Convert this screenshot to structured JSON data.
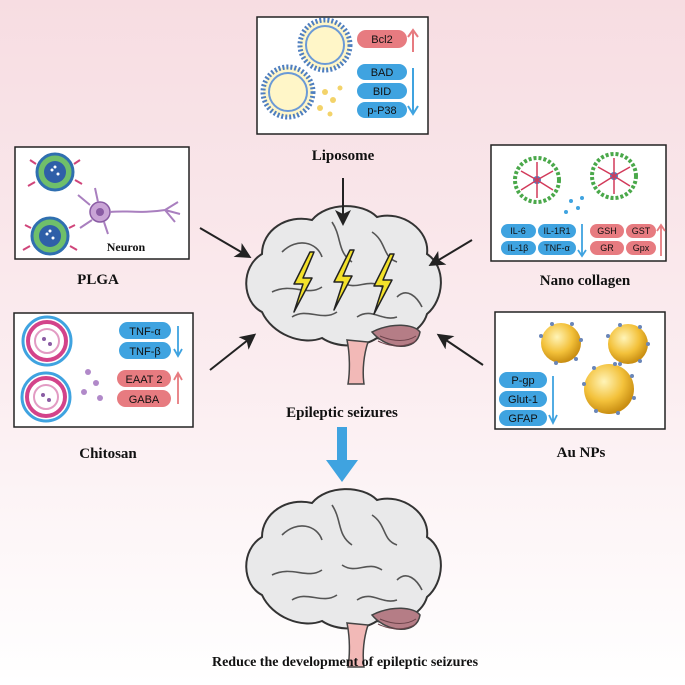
{
  "center_label": "Epileptic seizures",
  "bottom_label": "Reduce the development of epileptic seizures",
  "colors": {
    "pill_blue": "#3fa3e0",
    "pill_red": "#e77b80",
    "arrow_up": "#e77b80",
    "arrow_down": "#3fa3e0",
    "big_arrow": "#3fa3e0",
    "bolt": "#f3e12a"
  },
  "liposome": {
    "label": "Liposome",
    "up": [
      "Bcl2"
    ],
    "down": [
      "BAD",
      "BID",
      "p-P38"
    ]
  },
  "plga": {
    "label": "PLGA",
    "inner_label": "Neuron"
  },
  "nano_collagen": {
    "label": "Nano collagen",
    "down": [
      "IL-6",
      "IL-1R1",
      "IL-1β",
      "TNF-α"
    ],
    "up": [
      "GSH",
      "GST",
      "GR",
      "Gpx"
    ]
  },
  "chitosan": {
    "label": "Chitosan",
    "down": [
      "TNF-α",
      "TNF-β"
    ],
    "up": [
      "EAAT 2",
      "GABA"
    ]
  },
  "au_nps": {
    "label": "Au NPs",
    "down": [
      "P-gp",
      "Glut-1",
      "GFAP"
    ]
  }
}
